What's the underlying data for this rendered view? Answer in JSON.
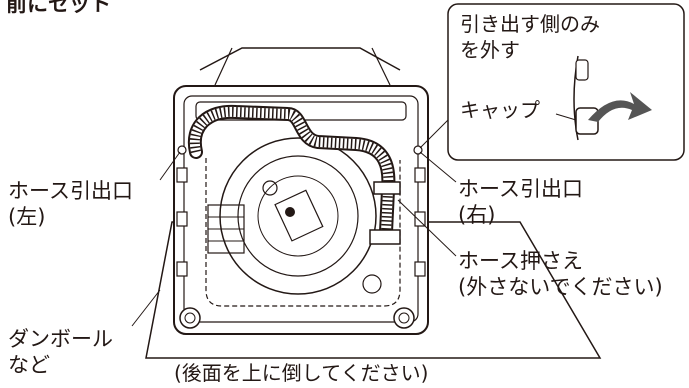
{
  "heading_fragment": "前にセット",
  "callout": {
    "title_line1": "引き出す側のみ",
    "title_line2": "を外す",
    "cap_label": "キャップ"
  },
  "labels": {
    "hose_outlet_left_line1": "ホース引出口",
    "hose_outlet_left_line2": "(左)",
    "hose_outlet_right_line1": "ホース引出口",
    "hose_outlet_right_line2": "(右)",
    "hose_holder_line1": "ホース押さえ",
    "hose_holder_line2": "(外さないでください)",
    "cardboard_line1": "ダンボール",
    "cardboard_line2": "など",
    "instruction": "(後面を上に倒してください)"
  },
  "colors": {
    "line": "#231815",
    "arrow": "#555555",
    "panel": "#f0f0f0"
  }
}
